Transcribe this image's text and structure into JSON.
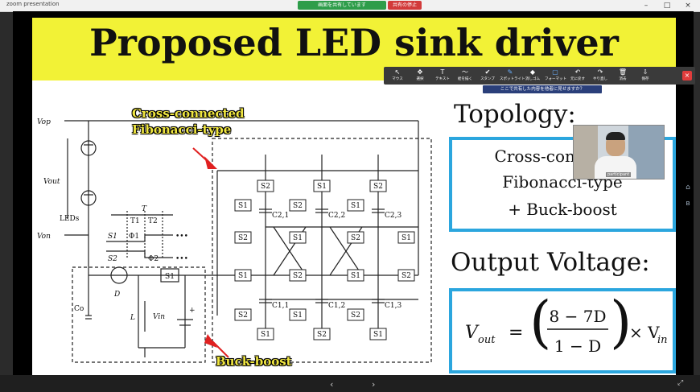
{
  "window": {
    "title": "zoom presentation",
    "share_status": "画面を共有しています",
    "stop_share": "共有の停止",
    "controls": [
      "–",
      "□",
      "×"
    ]
  },
  "slide": {
    "title": "Proposed LED sink driver",
    "labels": {
      "cross_connected": "Cross-connected",
      "fibonacci_type": "Fibonacci-type",
      "buck_boost": "Buck-boost"
    },
    "topology_heading": "Topology:",
    "topology_lines": [
      "Cross-connected",
      "Fibonacci-type",
      "+ Buck-boost"
    ],
    "output_heading": "Output Voltage:",
    "formula": {
      "lhs": "V",
      "lhs_sub": "out",
      "equals": "=",
      "numerator": "8 − 7D",
      "denominator": "1 − D",
      "times": "× V",
      "rhs_sub": "in"
    }
  },
  "circuit": {
    "vop": "Vop",
    "vout": "Vout",
    "von": "Von",
    "leds": "LEDs",
    "t": "T",
    "t1": "T1",
    "t2": "T2",
    "s1": "S1",
    "s2": "S2",
    "phi1": "Φ1",
    "phi2": "Φ2",
    "dots": "•••",
    "co": "Co",
    "d": "D",
    "l": "L",
    "vin": "Vin",
    "plus": "+",
    "c21": "C2,1",
    "c22": "C2,2",
    "c23": "C2,3",
    "c11": "C1,1",
    "c12": "C1,2",
    "c13": "C1,3"
  },
  "toolbar": {
    "items": [
      {
        "icon": "↖",
        "label": "マウス"
      },
      {
        "icon": "✥",
        "label": "選択"
      },
      {
        "icon": "T",
        "label": "テキスト"
      },
      {
        "icon": "〜",
        "label": "絵を描く"
      },
      {
        "icon": "✔",
        "label": "スタンプ"
      },
      {
        "icon": "✎",
        "label": "スポットライト"
      },
      {
        "icon": "◆",
        "label": "消しゴム"
      },
      {
        "icon": "▢",
        "label": "フォーマット"
      },
      {
        "icon": "↶",
        "label": "元に戻す"
      },
      {
        "icon": "↷",
        "label": "やり直し"
      },
      {
        "icon": "🗑",
        "label": "消去"
      },
      {
        "icon": "⇩",
        "label": "保存"
      }
    ],
    "close": "×",
    "share_note": "ここで共有した内容を他者に見せますか？"
  },
  "video": {
    "name": "participant"
  },
  "nav": {
    "prev": "‹",
    "next": "›"
  },
  "colors": {
    "title_band": "#f2f236",
    "box_border": "#2ba6de",
    "toolbar": "#3a3a3a",
    "share_green": "#2e9d4a",
    "stop_red": "#d23a3a"
  }
}
